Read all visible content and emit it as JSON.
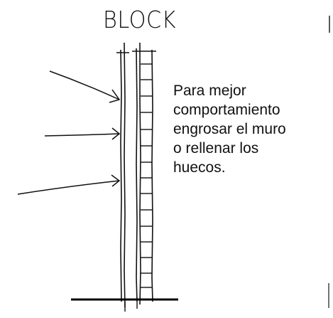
{
  "title": "BLOCK",
  "note": {
    "line1_left": "Para",
    "line1_right": "mejor",
    "line2": "comportamiento",
    "line3": "engrosar el muro",
    "line4_a": "o",
    "line4_b": "rellenar",
    "line4_c": "los",
    "line5": "huecos."
  },
  "colors": {
    "ink": "#111111",
    "paper": "#ffffff"
  }
}
